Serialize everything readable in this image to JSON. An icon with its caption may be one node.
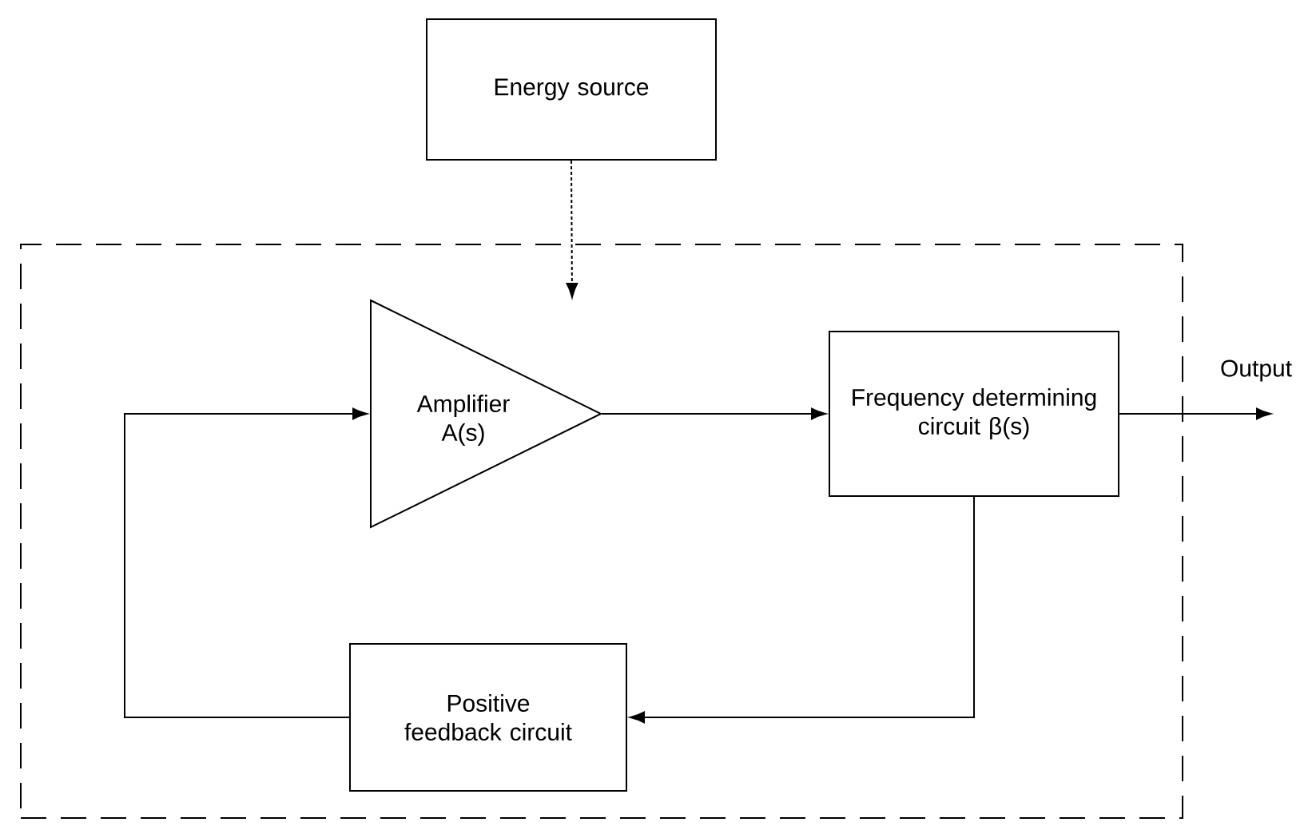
{
  "diagram": {
    "nodes": [
      {
        "text": [
          "Energy source"
        ]
      },
      {
        "text": [],
        "shape": "box"
      },
      {
        "text": [
          "Amplifier A(s)"
        ],
        "in": 1
      },
      {
        "text": [
          "Frequency determining circuit β(s)"
        ],
        "in": 1
      },
      {
        "text": [
          "Positive feedback circuit"
        ],
        "in": 1
      }
    ],
    "edges": [
      {
        "from": 0,
        "to": null,
        "arrow": "to",
        "style": "dashed"
      },
      {
        "from": 2,
        "to": 3,
        "arrow": "to"
      },
      {
        "from": 3,
        "to": 4,
        "arrow": "to"
      },
      {
        "from": 4,
        "to": 2,
        "arrow": "to"
      },
      {
        "from": 3,
        "to": null,
        "arrow": "to",
        "label": "Output"
      }
    ]
  }
}
